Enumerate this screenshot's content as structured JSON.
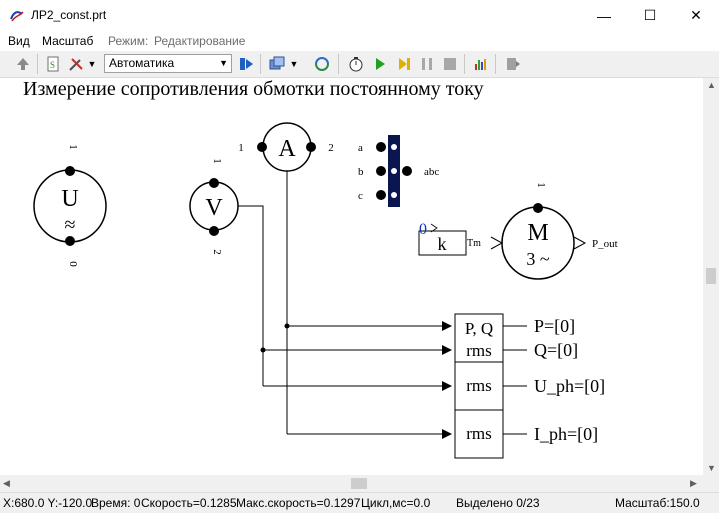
{
  "window": {
    "title": "ЛР2_const.prt",
    "minimize": "—",
    "maximize": "☐",
    "close": "✕"
  },
  "menu": {
    "view": "Вид",
    "scale": "Масштаб",
    "mode_label": "Режим:",
    "mode_value": "Редактирование"
  },
  "toolbar": {
    "mode_select_value": "Автоматика"
  },
  "diagram": {
    "title": "Измерение сопротивления обмотки постоянному току",
    "voltage_source": {
      "label": "U",
      "symbol": "≈",
      "pin_top": "1",
      "pin_bottom": "0"
    },
    "voltmeter": {
      "label": "V",
      "pin_top": "1",
      "pin_bottom": "2"
    },
    "ammeter": {
      "label": "A",
      "pin_left": "1",
      "pin_right": "2"
    },
    "bus": {
      "a": "a",
      "b": "b",
      "c": "c",
      "abc": "abc"
    },
    "motor": {
      "label": "M",
      "sub": "3 ~",
      "pin_top": "1",
      "output": "P_out"
    },
    "const_block": {
      "value": "0",
      "label": "k",
      "port": "Tm"
    },
    "power_block": {
      "label": "P, Q"
    },
    "rms_blocks": [
      "rms",
      "rms",
      "rms"
    ],
    "outputs": [
      "P=[0]",
      "Q=[0]",
      "U_ph=[0]",
      "I_ph=[0]"
    ]
  },
  "status": {
    "coords": "X:680.0  Y:-120.0",
    "time": "Время: 0",
    "speed": "Скорость=0.1285",
    "max_speed": "Макс.скорость=0.1297",
    "cycle": "Цикл,мс=0.0",
    "selected": "Выделено 0/23",
    "zoom": "Масштаб:150.0"
  }
}
